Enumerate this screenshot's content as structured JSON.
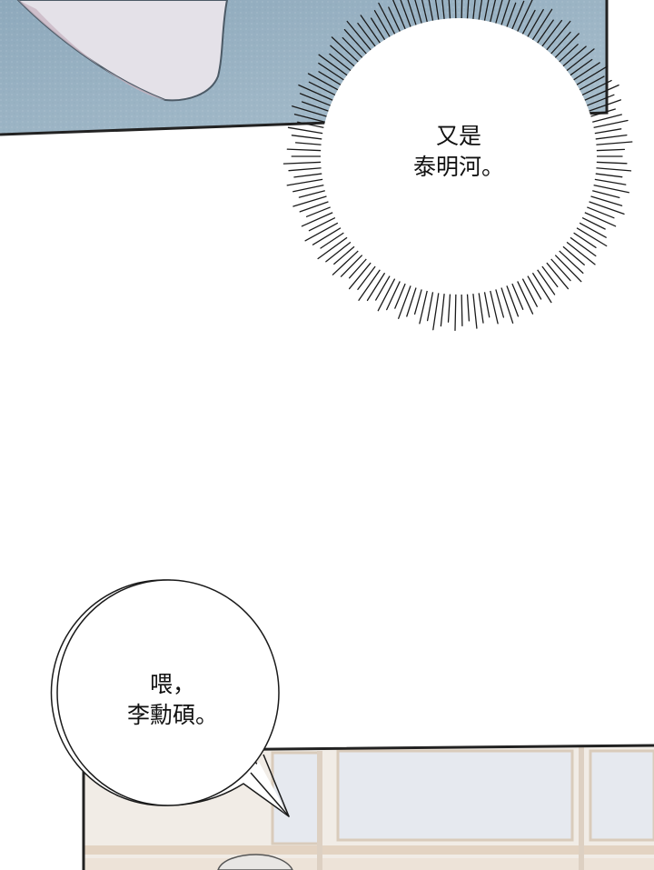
{
  "panel_top": {
    "background_color": "#9db4c4",
    "border_color": "#222222"
  },
  "thought_bubble": {
    "line_1": "又是",
    "line_2": "泰明河。"
  },
  "speech_bubble": {
    "line_1": "喂，",
    "line_2": "李勳碩。"
  },
  "panel_bottom": {
    "wall_color": "#f1ece6",
    "window_color": "#e6e9ef",
    "border_color": "#222222"
  }
}
